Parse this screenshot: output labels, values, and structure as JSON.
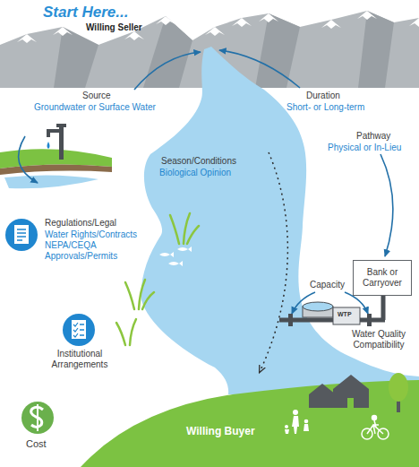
{
  "diagram": {
    "nodes": [
      {
        "text": [
          "Bank or Carryover"
        ]
      }
    ],
    "labels": [
      "Start Here...",
      "Willing Seller",
      "Source",
      "Groundwater or Surface Water",
      "Duration",
      "Short- or Long-term",
      "Pathway",
      "Physical or In-Lieu",
      "Season/Conditions",
      "Biological Opinion",
      "Regulations/Legal",
      "Water Rights/Contracts",
      "NEPA/CEQA",
      "Approvals/Permits",
      "Capacity",
      "WTP",
      "Water Quality Compatibility",
      "Institutional Arrangements",
      "Cost",
      "Willing Buyer"
    ]
  }
}
